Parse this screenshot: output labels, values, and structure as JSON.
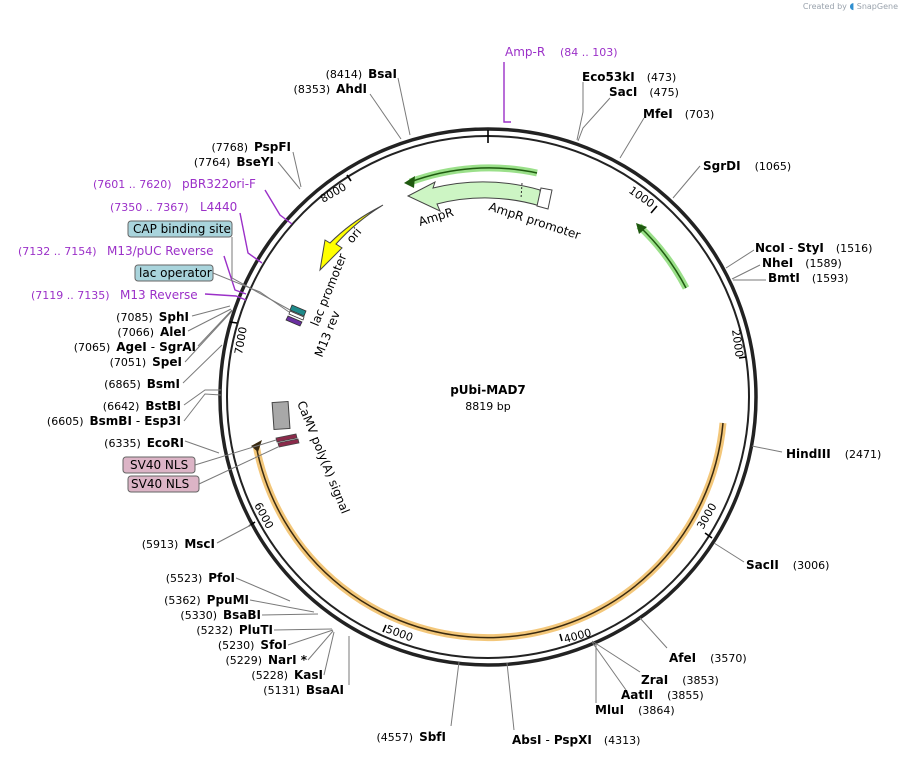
{
  "credit": {
    "prefix": "Created by",
    "brand": "SnapGene"
  },
  "plasmid": {
    "name": "pUbi-MAD7",
    "size": "8819 bp"
  },
  "ruler": [
    "1000",
    "2000",
    "3000",
    "4000",
    "5000",
    "6000",
    "7000",
    "8000"
  ],
  "features": {
    "amp_r": {
      "name": "Amp-R",
      "range": "(84 .. 103)"
    },
    "pbr322": {
      "name": "pBR322ori-F",
      "range": "(7601 .. 7620)"
    },
    "l4440": {
      "name": "L4440",
      "range": "(7350 .. 7367)"
    },
    "m13puc": {
      "name": "M13/pUC Reverse",
      "range": "(7132 .. 7154)"
    },
    "m13rev_primer": {
      "name": "M13 Reverse",
      "range": "(7119 .. 7135)"
    },
    "cap": "CAP binding site",
    "lacop": "lac operator",
    "sv40_1": "SV40 NLS",
    "sv40_2": "SV40 NLS",
    "ampr_arc": "AmpR",
    "ampr_prom": "AmpR promoter",
    "ori": "ori",
    "lac_prom": "lac promoter",
    "m13rev": "M13 rev",
    "camv": "CaMV poly(A) signal"
  },
  "sites": [
    {
      "name": "BsaI",
      "pos": "(8414)"
    },
    {
      "name": "AhdI",
      "pos": "(8353)"
    },
    {
      "name": "PspFI",
      "pos": "(7768)"
    },
    {
      "name": "BseYI",
      "pos": "(7764)"
    },
    {
      "name": "SphI",
      "pos": "(7085)"
    },
    {
      "name": "AleI",
      "pos": "(7066)"
    },
    {
      "name": "AgeI",
      "sep": "-",
      "name2": "SgrAI",
      "pos": "(7065)"
    },
    {
      "name": "SpeI",
      "pos": "(7051)"
    },
    {
      "name": "BsmI",
      "pos": "(6865)"
    },
    {
      "name": "BstBI",
      "pos": "(6642)"
    },
    {
      "name": "BsmBI",
      "sep": "-",
      "name2": "Esp3I",
      "pos": "(6605)"
    },
    {
      "name": "EcoRI",
      "pos": "(6335)"
    },
    {
      "name": "MscI",
      "pos": "(5913)"
    },
    {
      "name": "PfoI",
      "pos": "(5523)"
    },
    {
      "name": "PpuMI",
      "pos": "(5362)"
    },
    {
      "name": "BsaBI",
      "pos": "(5330)"
    },
    {
      "name": "PluTI",
      "pos": "(5232)"
    },
    {
      "name": "SfoI",
      "pos": "(5230)"
    },
    {
      "name": "NarI *",
      "pos": "(5229)"
    },
    {
      "name": "KasI",
      "pos": "(5228)"
    },
    {
      "name": "BsaAI",
      "pos": "(5131)"
    },
    {
      "name": "SbfI",
      "pos": "(4557)"
    },
    {
      "name": "AbsI",
      "sep": "-",
      "name2": "PspXI",
      "pos": "(4313)"
    },
    {
      "name": "Eco53kI",
      "pos": "(473)"
    },
    {
      "name": "SacI",
      "pos": "(475)"
    },
    {
      "name": "MfeI",
      "pos": "(703)"
    },
    {
      "name": "SgrDI",
      "pos": "(1065)"
    },
    {
      "name": "NcoI",
      "sep": "-",
      "name2": "StyI",
      "pos": "(1516)"
    },
    {
      "name": "NheI",
      "pos": "(1589)"
    },
    {
      "name": "BmtI",
      "pos": "(1593)"
    },
    {
      "name": "HindIII",
      "pos": "(2471)"
    },
    {
      "name": "SacII",
      "pos": "(3006)"
    },
    {
      "name": "AfeI",
      "pos": "(3570)"
    },
    {
      "name": "ZraI",
      "pos": "(3853)"
    },
    {
      "name": "AatII",
      "pos": "(3855)"
    },
    {
      "name": "MluI",
      "pos": "(3864)"
    }
  ],
  "colors": {
    "backbone": "#222222",
    "ampr_fill": "#cdf5c4",
    "ori_fill": "#ffff00",
    "cds_glow": "#f3c77a",
    "primer": "#9b30c8",
    "feature_box": "#a9d4dc",
    "nls_box": "#dcb4c6"
  }
}
